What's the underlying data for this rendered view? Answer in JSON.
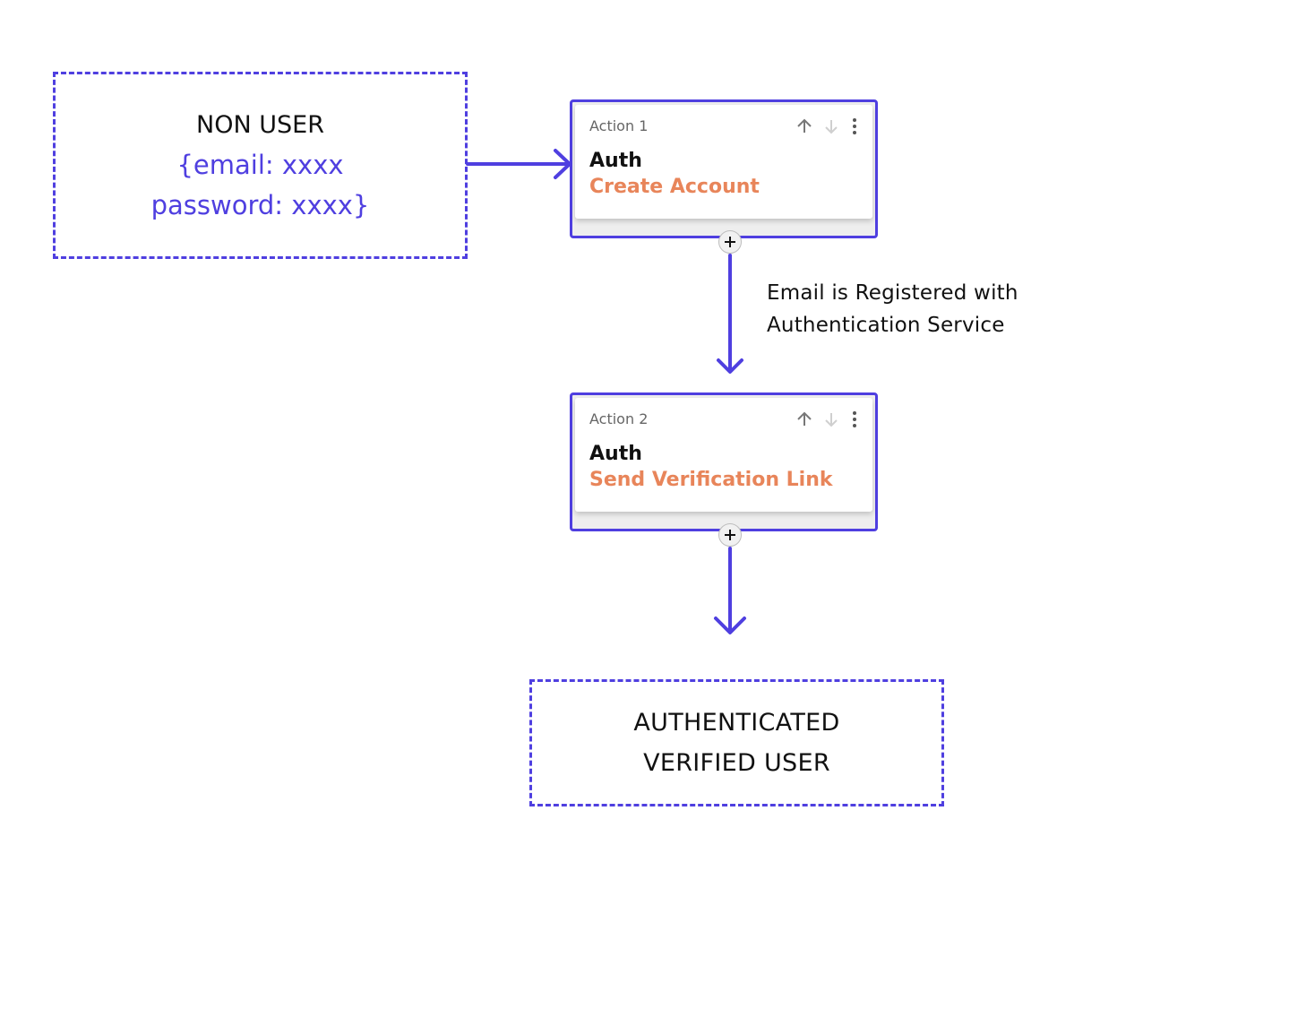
{
  "colors": {
    "accent": "#4f3fe0",
    "action": "#e8855a",
    "text": "#111111",
    "muted": "#666666"
  },
  "start_box": {
    "title": "NON USER",
    "line1": "{email: xxxx",
    "line2": "password: xxxx}"
  },
  "actions": [
    {
      "label": "Action 1",
      "service": "Auth",
      "action": "Create Account"
    },
    {
      "label": "Action 2",
      "service": "Auth",
      "action": "Send Verification Link"
    }
  ],
  "icons": {
    "up": "arrow-up-icon",
    "down": "arrow-down-icon",
    "menu": "more-vertical-icon",
    "add": "plus-icon"
  },
  "note": {
    "line1": "Email is Registered with",
    "line2": "Authentication Service"
  },
  "end_box": {
    "line1": "AUTHENTICATED",
    "line2": "VERIFIED USER"
  }
}
